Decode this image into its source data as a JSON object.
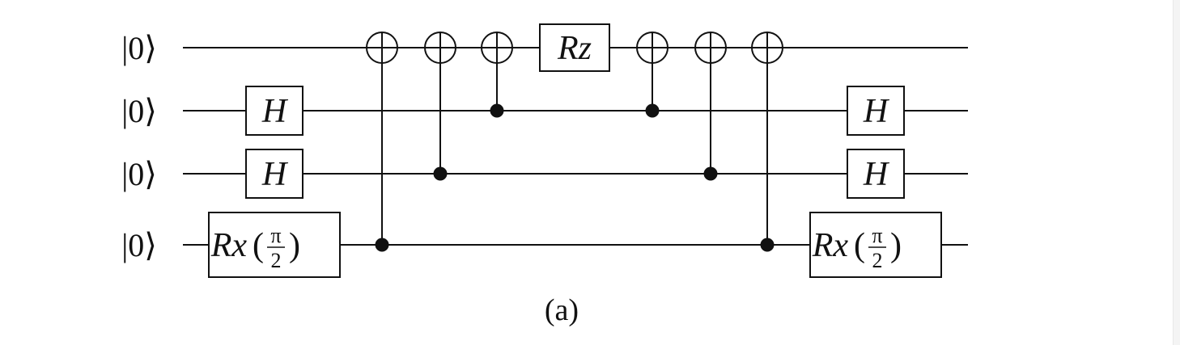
{
  "figure": {
    "caption": "(a)",
    "colors": {
      "stroke": "#111111",
      "background": "#ffffff"
    }
  },
  "circuit": {
    "qubits": [
      {
        "label": "|0⟩"
      },
      {
        "label": "|0⟩"
      },
      {
        "label": "|0⟩"
      },
      {
        "label": "|0⟩"
      }
    ],
    "gates": [
      {
        "type": "single",
        "name": "H",
        "qubit": 1,
        "step": 0
      },
      {
        "type": "single",
        "name": "H",
        "qubit": 2,
        "step": 0
      },
      {
        "type": "single",
        "name": "Rx",
        "qubit": 3,
        "step": 0,
        "param_num": "π",
        "param_den": "2"
      },
      {
        "type": "cnot",
        "control": 3,
        "target": 0,
        "step": 1
      },
      {
        "type": "cnot",
        "control": 2,
        "target": 0,
        "step": 2
      },
      {
        "type": "cnot",
        "control": 1,
        "target": 0,
        "step": 3
      },
      {
        "type": "single",
        "name": "Rz",
        "qubit": 0,
        "step": 4
      },
      {
        "type": "cnot",
        "control": 1,
        "target": 0,
        "step": 5
      },
      {
        "type": "cnot",
        "control": 2,
        "target": 0,
        "step": 6
      },
      {
        "type": "cnot",
        "control": 3,
        "target": 0,
        "step": 7
      },
      {
        "type": "single",
        "name": "H",
        "qubit": 1,
        "step": 8
      },
      {
        "type": "single",
        "name": "H",
        "qubit": 2,
        "step": 8
      },
      {
        "type": "single",
        "name": "Rx",
        "qubit": 3,
        "step": 8,
        "param_num": "π",
        "param_den": "2"
      }
    ]
  }
}
